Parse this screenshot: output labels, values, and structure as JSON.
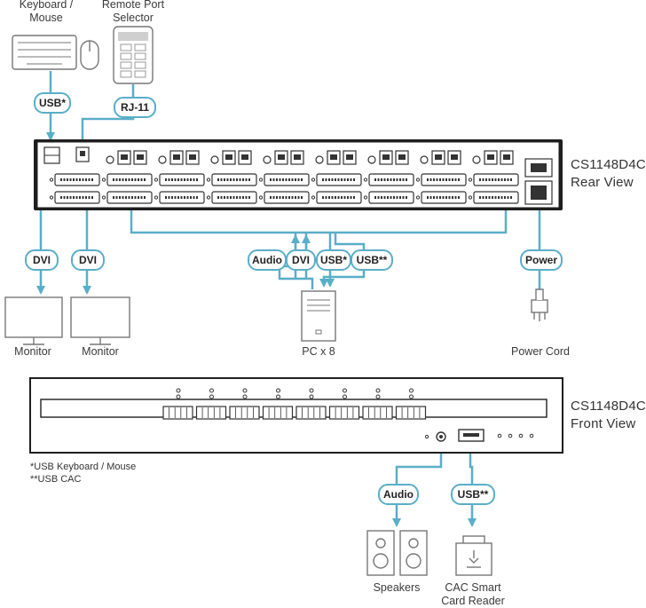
{
  "devices": {
    "keyboard_mouse": "Keyboard /\nMouse",
    "remote_selector": "Remote Port\nSelector",
    "monitor_1": "Monitor",
    "monitor_2": "Monitor",
    "pc": "PC x 8",
    "power_cord": "Power Cord",
    "speakers": "Speakers",
    "cac_reader": "CAC Smart\nCard Reader"
  },
  "views": {
    "rear": "CS1148D4C\nRear View",
    "front": "CS1148D4C\nFront View"
  },
  "connections": {
    "usb_km": "USB*",
    "rj11": "RJ-11",
    "dvi_1": "DVI",
    "dvi_2": "DVI",
    "audio_pc": "Audio",
    "dvi_pc": "DVI",
    "usb_pc": "USB*",
    "usb_cac_pc": "USB**",
    "power": "Power",
    "audio_front": "Audio",
    "usb_cac_front": "USB**"
  },
  "footnotes": {
    "usb_single": "*USB Keyboard / Mouse",
    "usb_double": "**USB CAC"
  },
  "colors": {
    "cable": "#5aaec8",
    "device_outline": "#555555",
    "chassis": "#222222"
  }
}
